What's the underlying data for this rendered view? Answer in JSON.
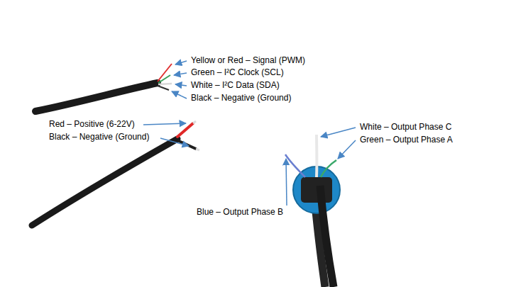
{
  "diagram": {
    "labels": [
      "Yellow or Red – Signal (PWM)",
      "Green – I²C Clock (SCL)",
      "White – I²C Data (SDA)",
      "Black – Negative (Ground)",
      "Red – Positive (6-22V)",
      "Black – Negative (Ground)",
      "White – Output Phase C",
      "Green – Output Phase A",
      "Blue – Output Phase B"
    ]
  }
}
